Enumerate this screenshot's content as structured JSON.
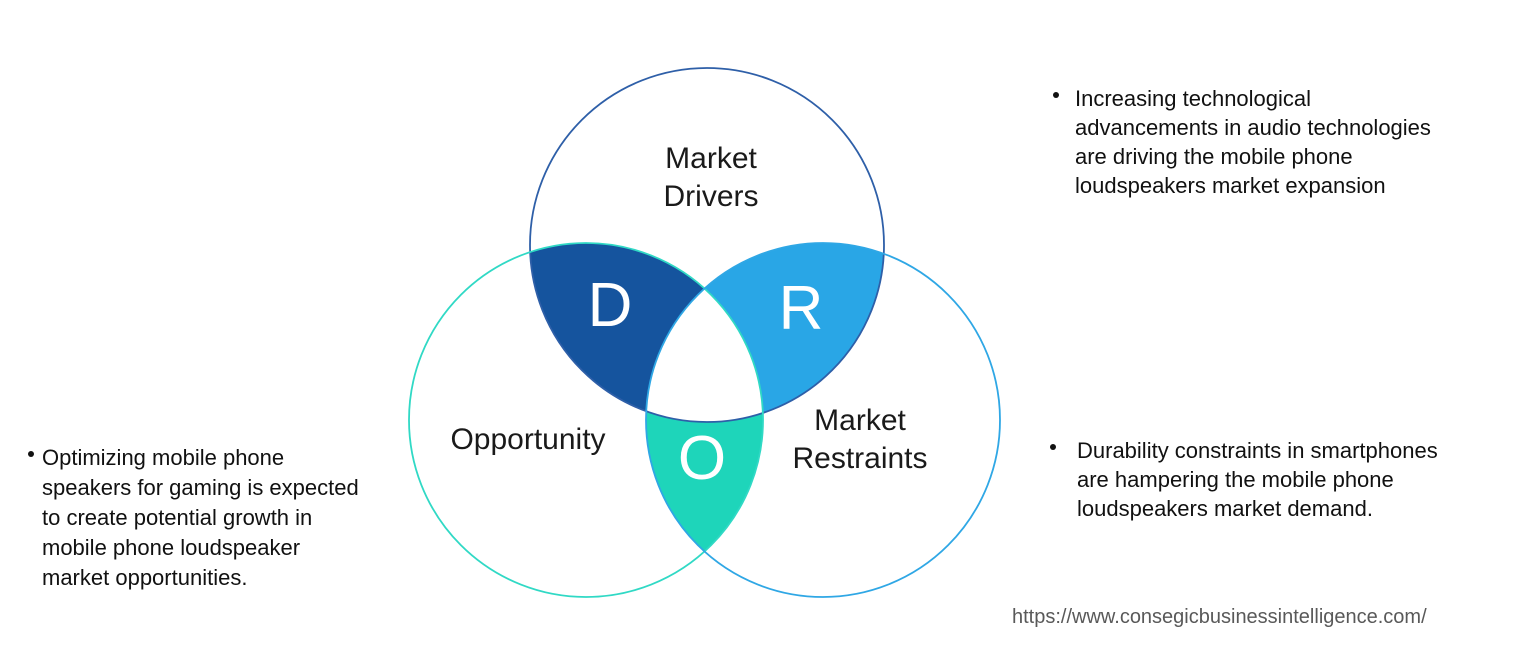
{
  "diagram": {
    "title_context": "Drivers, Restraints and Opportunity Venn diagram",
    "label_color": "#1A1A1A",
    "letter_color": "#FFFFFF",
    "center_fill": "#FFFFFF",
    "circles": {
      "drivers": {
        "label_lines": [
          "Market",
          "Drivers"
        ],
        "overlap_letter": "D",
        "stroke": "#2E5FA8",
        "overlap_fill": "#15549E"
      },
      "restraints": {
        "label_lines": [
          "Market",
          "Restraints"
        ],
        "overlap_letter": "R",
        "stroke": "#2FA7E5",
        "overlap_fill": "#29A6E6"
      },
      "opportunity": {
        "label_lines": [
          "Opportunity"
        ],
        "overlap_letter": "O",
        "stroke": "#30D9C5",
        "overlap_fill": "#1ED5BA"
      }
    }
  },
  "annotations": {
    "text_color": "#111111",
    "drivers_note": {
      "lines": [
        "Increasing technological",
        "advancements in audio technologies",
        "are driving the mobile phone",
        "loudspeakers market expansion"
      ]
    },
    "restraints_note": {
      "lines": [
        "Durability constraints in smartphones",
        "are hampering the mobile phone",
        "loudspeakers market demand."
      ]
    },
    "opportunity_note": {
      "lines": [
        "Optimizing mobile phone",
        "speakers for gaming is expected",
        "to create potential growth in",
        "mobile phone loudspeaker",
        "market opportunities."
      ]
    }
  },
  "footer": {
    "url": "https://www.consegicbusinessintelligence.com/",
    "color": "#595959"
  }
}
